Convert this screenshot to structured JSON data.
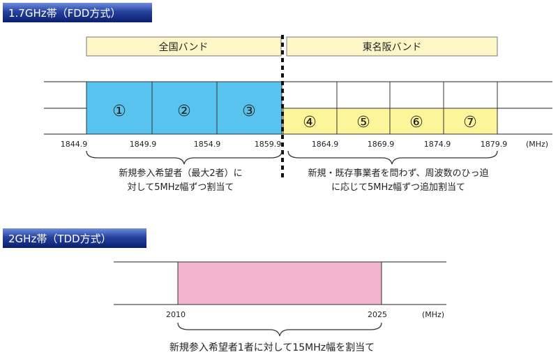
{
  "section_fdd": {
    "title": "1.7GHz帯（FDD方式）",
    "band_national": "全国バンド",
    "band_regional": "東名阪バンド",
    "blocks": [
      "①",
      "②",
      "③",
      "④",
      "⑤",
      "⑥",
      "⑦"
    ],
    "freq_labels": [
      "1844.9",
      "1849.9",
      "1854.9",
      "1859.9",
      "1864.9",
      "1869.9",
      "1874.9",
      "1879.9"
    ],
    "unit": "(MHz)",
    "note_left_line1": "新規参入希望者（最大2者）に",
    "note_left_line2": "対して5MHz幅ずつ割当て",
    "note_right_line1": "新規・既存事業者を問わず、周波数のひっ迫",
    "note_right_line2": "に応じて5MHz幅ずつ追加割当て"
  },
  "section_tdd": {
    "title": "2GHz帯（TDD方式）",
    "freq_labels": [
      "2010",
      "2025"
    ],
    "unit": "(MHz)",
    "note": "新規参入希望者1者に対して15MHz幅を割当て"
  },
  "colors": {
    "header_dark": "#0a1f6e",
    "header_light": "#5f7fd0",
    "band_fill": "#fdf7c8",
    "block_blue": "#58c3ee",
    "block_yellow": "#fdf59a",
    "block_pink": "#f2b3cf"
  }
}
